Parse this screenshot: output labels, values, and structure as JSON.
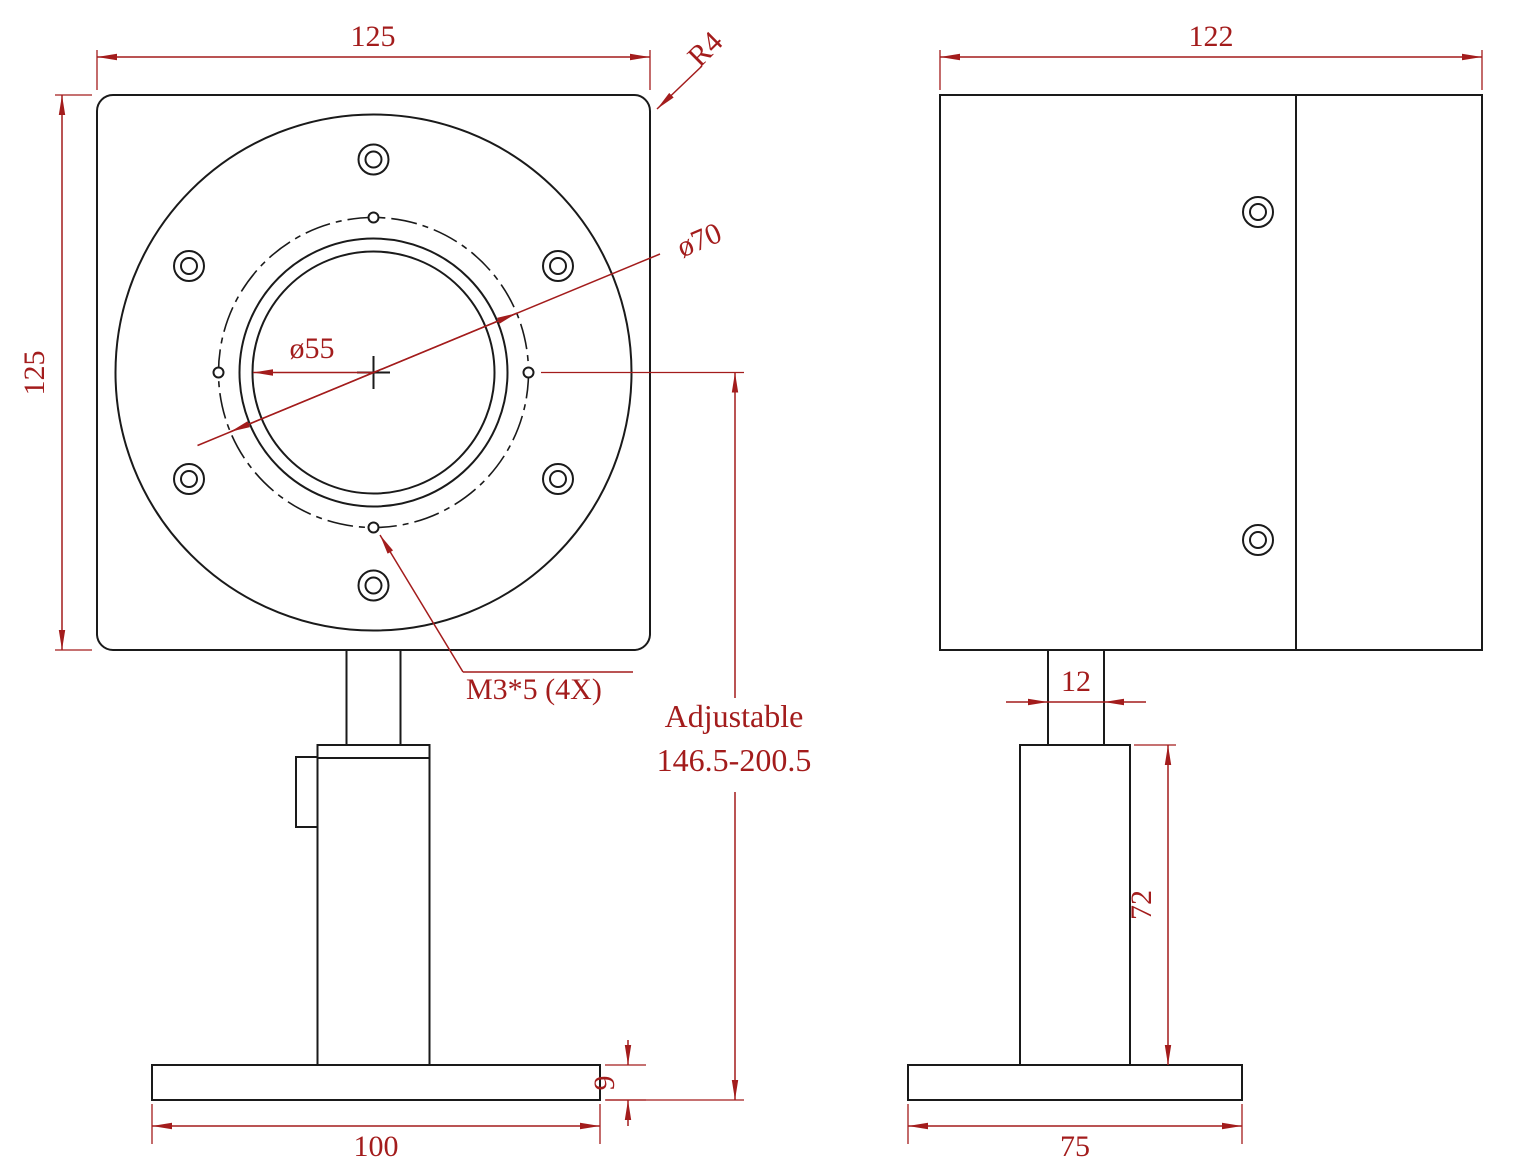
{
  "colors": {
    "geometry": "#1a1a1a",
    "dimension": "#a31c1c"
  },
  "front_view": {
    "width_dim": "125",
    "height_dim": "125",
    "corner_radius_dim": "R4",
    "bolt_circle_dim": "ø70",
    "aperture_dim": "ø55",
    "thread_note": "M3*5 (4X)",
    "adjustable_note_line1": "Adjustable",
    "adjustable_note_line2": "146.5-200.5",
    "base_width_dim": "100",
    "base_thickness_dim": "9"
  },
  "side_view": {
    "width_dim": "122",
    "neck_width_dim": "12",
    "post_height_dim": "72",
    "base_width_dim": "75"
  }
}
